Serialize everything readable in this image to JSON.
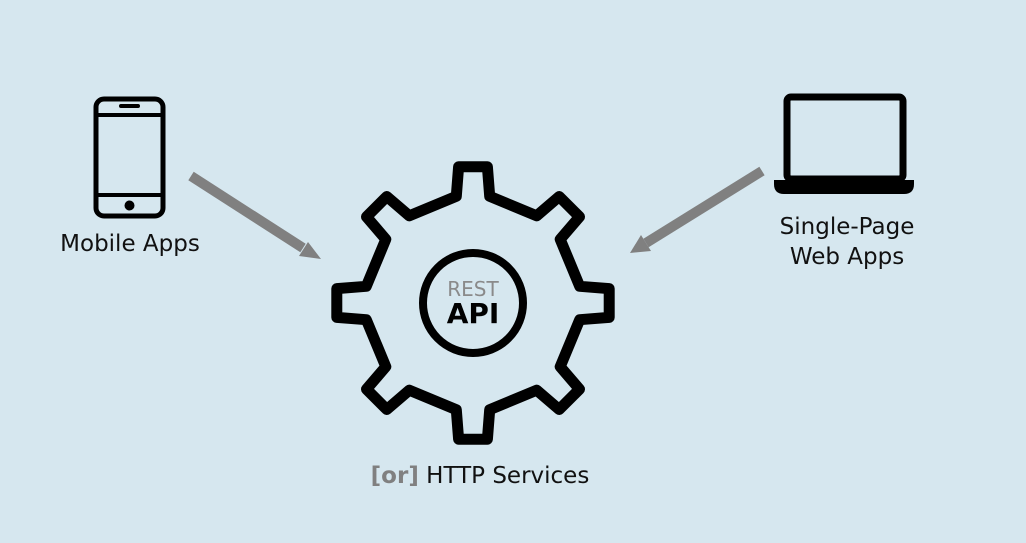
{
  "diagram": {
    "clients": [
      {
        "label_lines": [
          "Mobile Apps"
        ]
      },
      {
        "label_lines": [
          "Single-Page",
          "Web Apps"
        ]
      }
    ],
    "center": {
      "rest": "REST",
      "api": "API"
    },
    "footer": {
      "prefix": "[or]",
      "text": "HTTP Services"
    },
    "colors": {
      "background": "#d6e7ef",
      "icon": "#000000",
      "arrow": "#808080",
      "muted_text": "#808080"
    },
    "icons": [
      "mobile-phone-icon",
      "laptop-icon",
      "gear-icon"
    ]
  }
}
